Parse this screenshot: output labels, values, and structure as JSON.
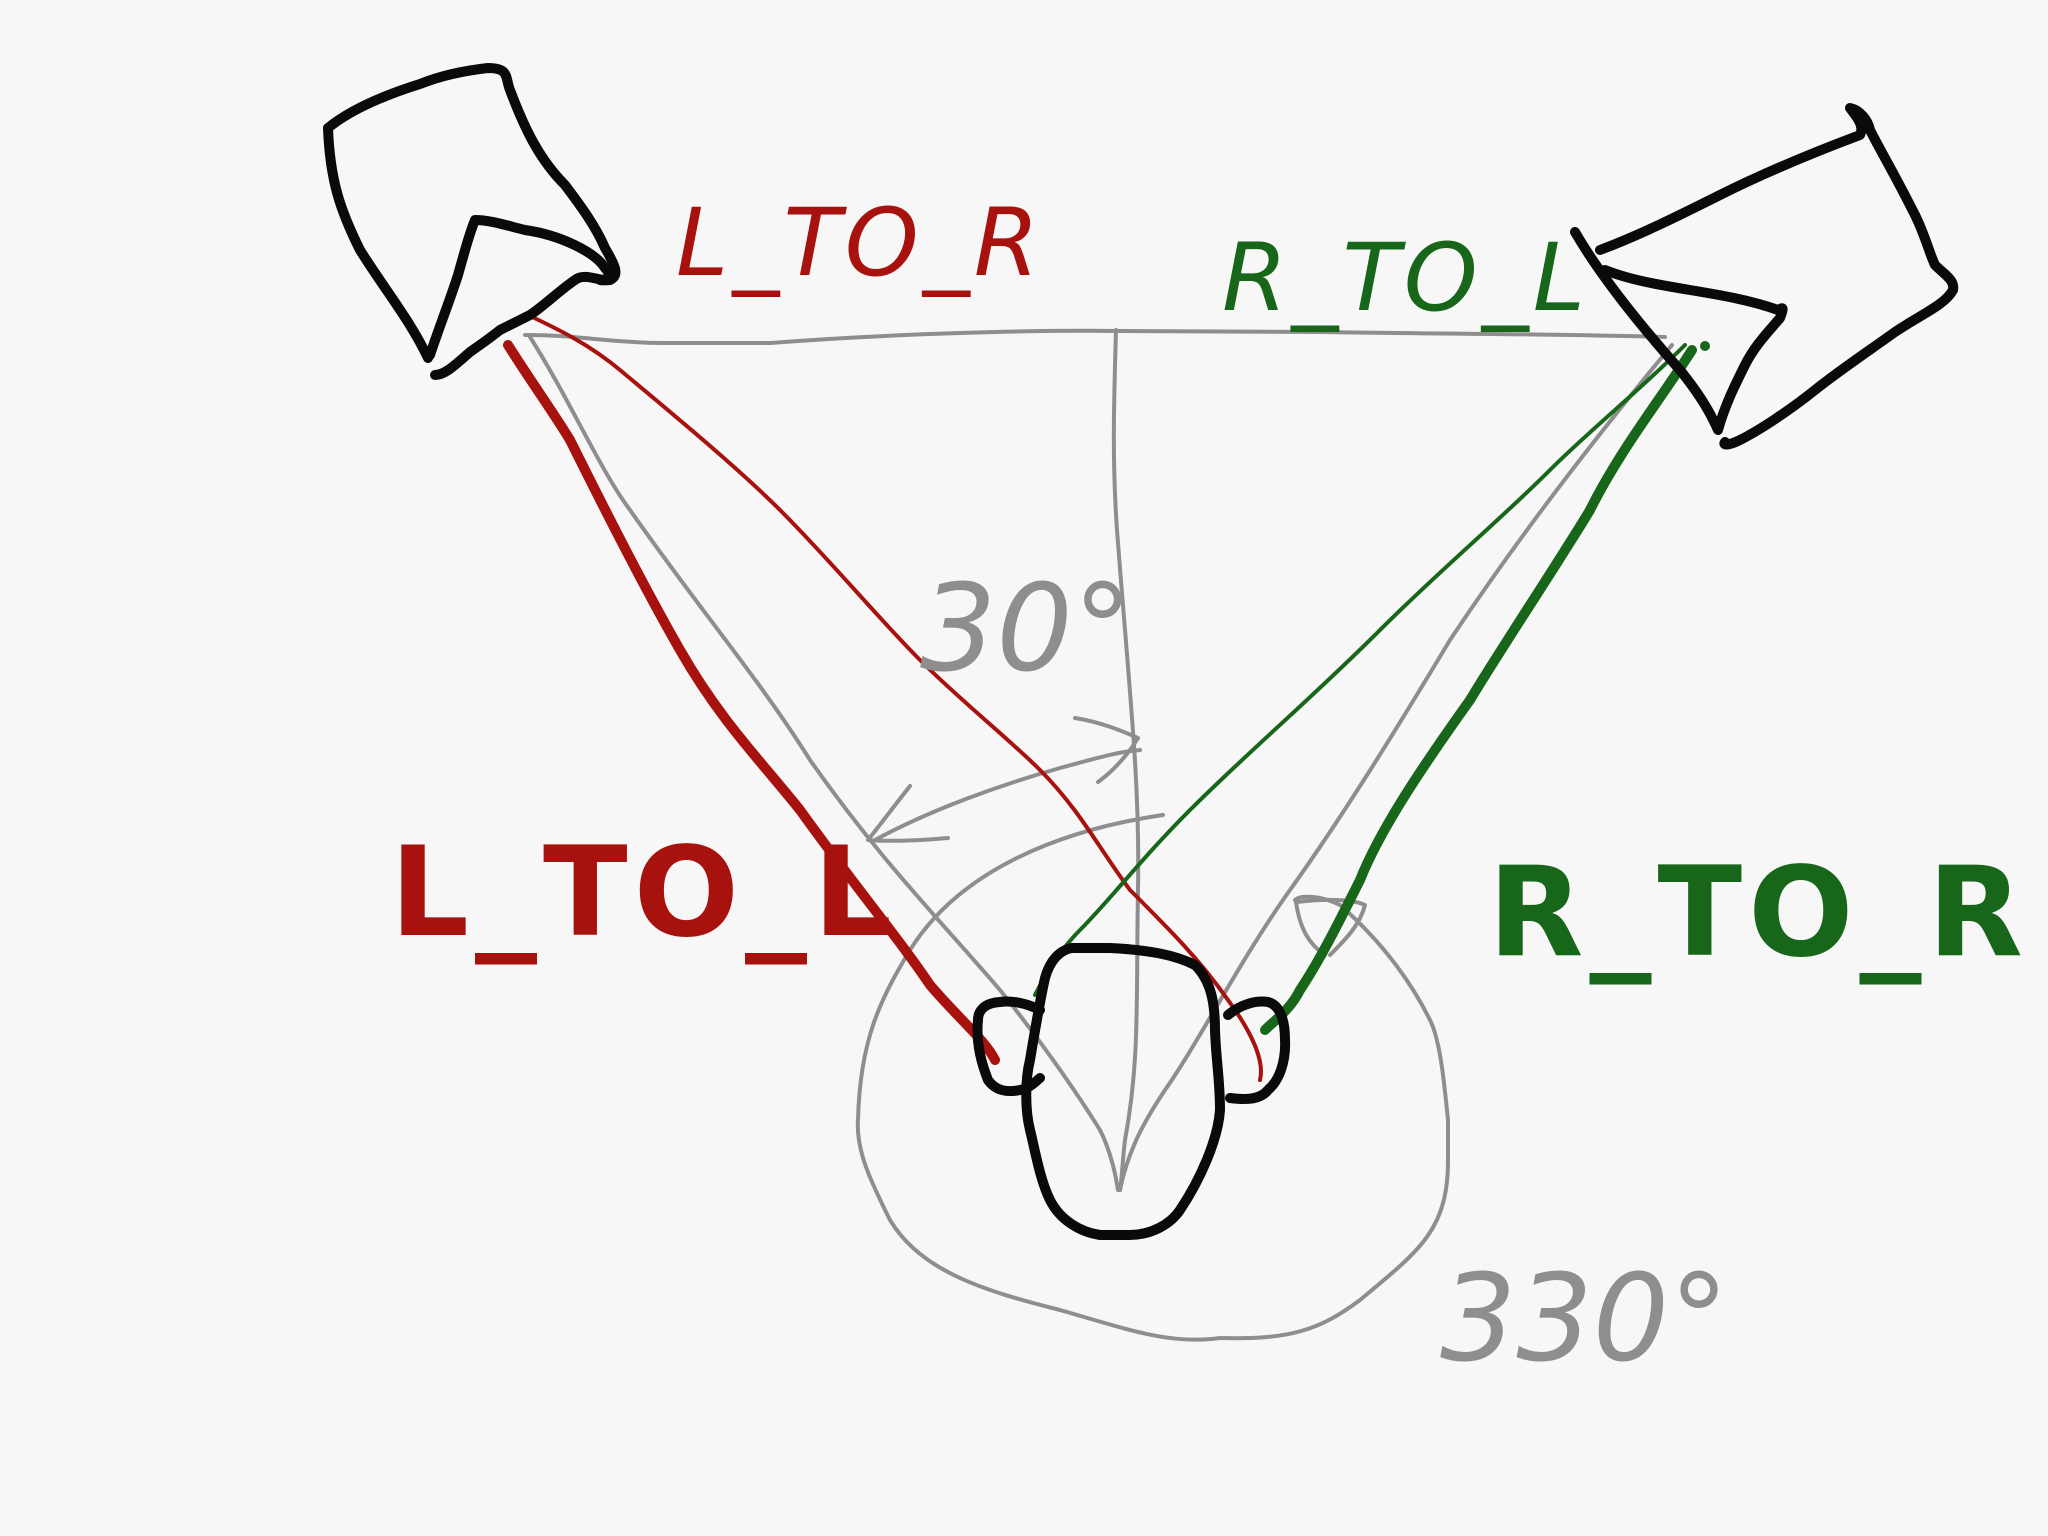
{
  "labels": {
    "l_to_r": "L_TO_R",
    "r_to_l": "R_TO_L",
    "l_to_l": "L_TO_L",
    "r_to_r": "R_TO_R",
    "angle_front": "30°",
    "angle_outer": "330°"
  },
  "colors": {
    "background": "#f7f7f7",
    "ink_black": "#0a0a0a",
    "ink_red": "#a8120e",
    "ink_green": "#17661a",
    "ink_gray": "#8e8e8e"
  }
}
